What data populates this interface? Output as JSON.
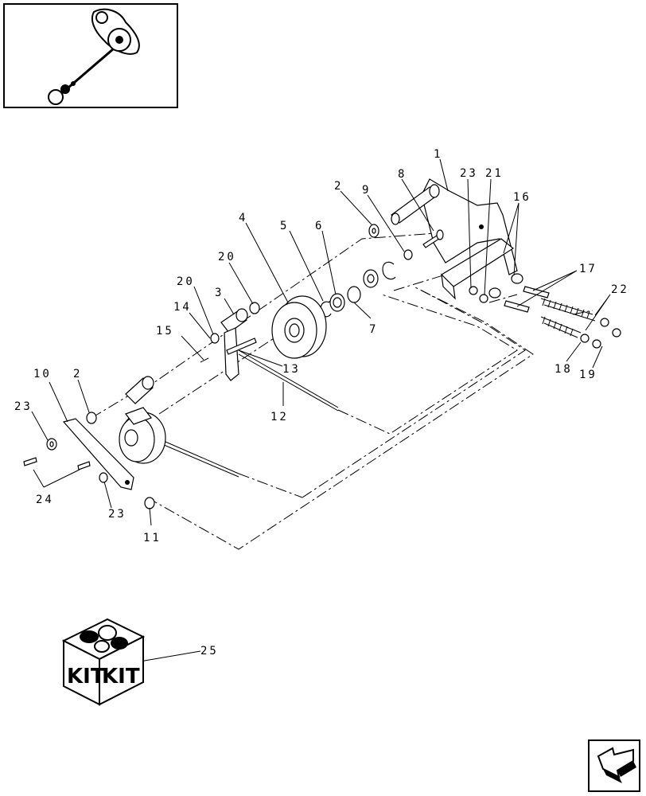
{
  "callouts": {
    "c1": "1",
    "c2a": "2",
    "c2b": "2",
    "c3": "3",
    "c4": "4",
    "c5": "5",
    "c6": "6",
    "c7": "7",
    "c8": "8",
    "c9": "9",
    "c10": "10",
    "c11": "11",
    "c12": "12",
    "c13": "13",
    "c14": "14",
    "c15": "15",
    "c16": "16",
    "c17": "17",
    "c18": "18",
    "c19": "19",
    "c20a": "20",
    "c20b": "20",
    "c21": "21",
    "c22": "22",
    "c23a": "23",
    "c23b": "23",
    "c23c": "23",
    "c24": "24",
    "c25": "25"
  },
  "kit": {
    "left_label": "KIT",
    "right_label": "KIT"
  },
  "icons": {
    "thumbnail": "assembly-thumbnail-icon",
    "kit_box": "kit-box-icon",
    "navigation": "previous-page-arrow-icon"
  }
}
